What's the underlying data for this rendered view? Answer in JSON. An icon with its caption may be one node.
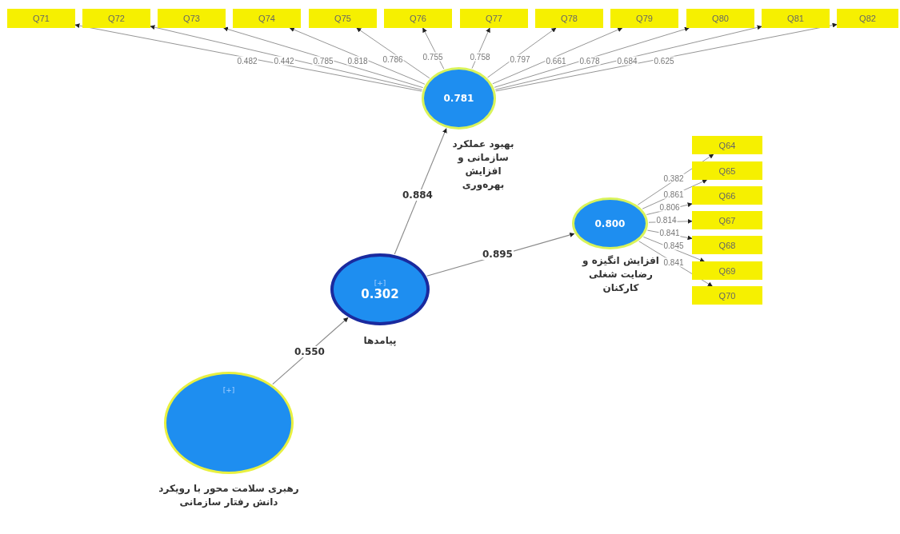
{
  "diagram": {
    "nodes": [
      {
        "text": [
          "Q71"
        ]
      },
      {
        "text": [
          "Q72"
        ]
      },
      {
        "text": [
          "Q73"
        ]
      },
      {
        "text": [
          "Q74"
        ]
      },
      {
        "text": [
          "Q75"
        ]
      },
      {
        "text": [
          "Q76"
        ]
      },
      {
        "text": [
          "Q77"
        ]
      },
      {
        "text": [
          "Q78"
        ]
      },
      {
        "text": [
          "Q79"
        ]
      },
      {
        "text": [
          "Q80"
        ]
      },
      {
        "text": [
          "Q81"
        ]
      },
      {
        "text": [
          "Q82"
        ]
      },
      {
        "text": [
          "0.781",
          "بهبود عملکرد سازمانی و افزایش بهره‌وری"
        ]
      },
      {
        "text": [
          "Q64"
        ]
      },
      {
        "text": [
          "Q65"
        ]
      },
      {
        "text": [
          "Q66"
        ]
      },
      {
        "text": [
          "Q67"
        ]
      },
      {
        "text": [
          "Q68"
        ]
      },
      {
        "text": [
          "Q69"
        ]
      },
      {
        "text": [
          "Q70"
        ]
      },
      {
        "text": [
          "0.800",
          "افزایش انگیزه و رضایت شغلی کارکنان"
        ]
      },
      {
        "text": [
          "[+]",
          "0.302",
          "پیامدها"
        ]
      },
      {
        "text": [
          "[+]",
          "رهبری سلامت محور با رویکرد دانش رفتار سازمانی"
        ]
      }
    ],
    "edges": [
      {
        "from": 12,
        "to": 0,
        "arrow": "to",
        "label": "0.482"
      },
      {
        "from": 12,
        "to": 1,
        "arrow": "to",
        "label": "0.442"
      },
      {
        "from": 12,
        "to": 2,
        "arrow": "to",
        "label": "0.785"
      },
      {
        "from": 12,
        "to": 3,
        "arrow": "to",
        "label": "0.818"
      },
      {
        "from": 12,
        "to": 4,
        "arrow": "to",
        "label": "0.786"
      },
      {
        "from": 12,
        "to": 5,
        "arrow": "to",
        "label": "0.755"
      },
      {
        "from": 12,
        "to": 6,
        "arrow": "to",
        "label": "0.758"
      },
      {
        "from": 12,
        "to": 7,
        "arrow": "to",
        "label": "0.797"
      },
      {
        "from": 12,
        "to": 8,
        "arrow": "to",
        "label": "0.661"
      },
      {
        "from": 12,
        "to": 9,
        "arrow": "to",
        "label": "0.678"
      },
      {
        "from": 12,
        "to": 10,
        "arrow": "to",
        "label": "0.684"
      },
      {
        "from": 12,
        "to": 11,
        "arrow": "to",
        "label": "0.625"
      },
      {
        "from": 20,
        "to": 13,
        "arrow": "to",
        "label": "0.382"
      },
      {
        "from": 20,
        "to": 14,
        "arrow": "to",
        "label": "0.861"
      },
      {
        "from": 20,
        "to": 15,
        "arrow": "to",
        "label": "0.806"
      },
      {
        "from": 20,
        "to": 16,
        "arrow": "to",
        "label": "0.814"
      },
      {
        "from": 20,
        "to": 17,
        "arrow": "to",
        "label": "0.841"
      },
      {
        "from": 20,
        "to": 18,
        "arrow": "to",
        "label": "0.845"
      },
      {
        "from": 20,
        "to": 19,
        "arrow": "to",
        "label": "0.841"
      },
      {
        "from": 22,
        "to": 21,
        "arrow": "to",
        "label": "0.550"
      },
      {
        "from": 21,
        "to": 12,
        "arrow": "to",
        "label": "0.884"
      },
      {
        "from": 21,
        "to": 20,
        "arrow": "to",
        "label": "0.895"
      }
    ]
  }
}
